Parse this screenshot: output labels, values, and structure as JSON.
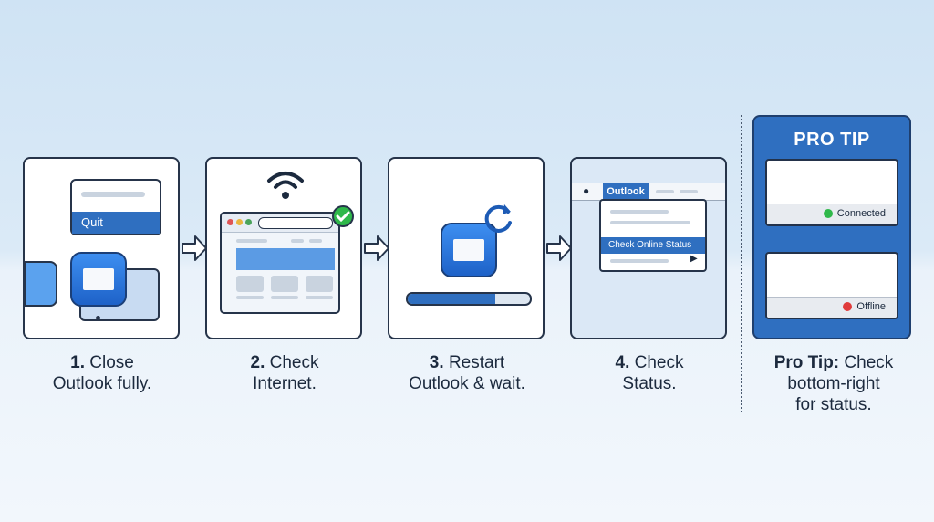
{
  "steps": [
    {
      "num": "1.",
      "text_l1": "Close",
      "text_l2": "Outlook fully.",
      "menu_item": "Quit"
    },
    {
      "num": "2.",
      "text_l1": "Check",
      "text_l2": "Internet."
    },
    {
      "num": "3.",
      "text_l1": "Restart",
      "text_l2": "Outlook & wait.",
      "progress": 0.72
    },
    {
      "num": "4.",
      "text_l1": "Check",
      "text_l2": "Status.",
      "menu_title": "Outlook",
      "menu_item": "Check Online Status"
    }
  ],
  "pro_tip": {
    "title": "PRO TIP",
    "caption_bold": "Pro Tip:",
    "caption_l1": "Check",
    "caption_l2": "bottom-right",
    "caption_l3": "for status.",
    "statuses": [
      {
        "label": "Connected",
        "color": "#2fb84a"
      },
      {
        "label": "Offline",
        "color": "#e03b3b"
      }
    ]
  },
  "colors": {
    "accent": "#2f6fc0",
    "outline": "#26344a",
    "success": "#2fb84a"
  }
}
